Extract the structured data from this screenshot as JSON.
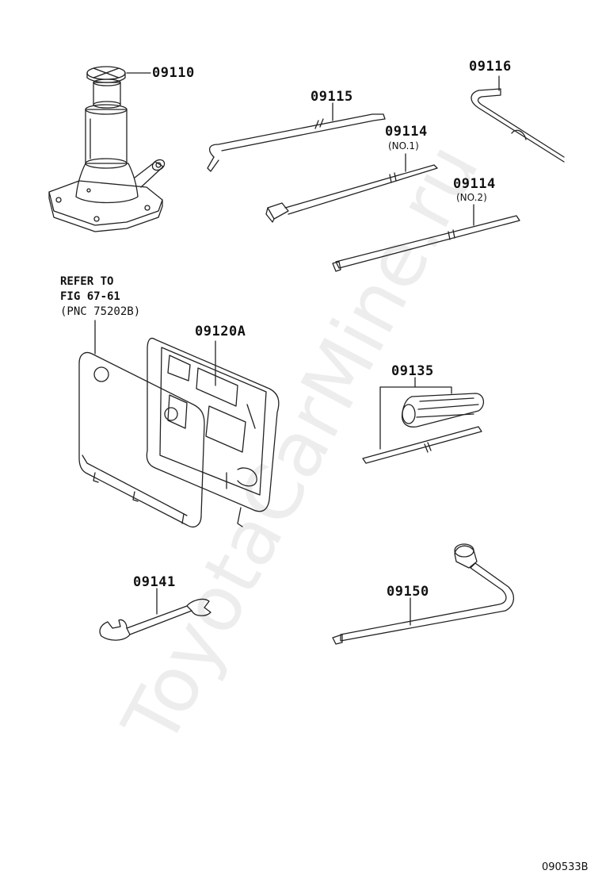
{
  "watermark": "ToyotaCarMine.ru",
  "drawing_code": "090533B",
  "parts": {
    "jack": "09110",
    "jack_handle": "09115",
    "extension_no1": "09114",
    "extension_no1_sub": "(NO.1)",
    "extension_no2": "09114",
    "extension_no2_sub": "(NO.2)",
    "handle_bent": "09116",
    "tool_bag": "09120A",
    "screwdriver": "09135",
    "wrench": "09141",
    "lug_wrench": "09150"
  },
  "reference": {
    "line1": "REFER TO",
    "line2": "FIG 67-61",
    "line3": "(PNC 75202B)"
  }
}
